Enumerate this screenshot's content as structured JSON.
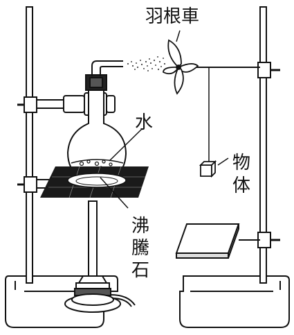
{
  "labels": {
    "pinwheel": "羽根車",
    "water": "水",
    "object_line1": "物",
    "object_line2": "体",
    "boiling_chip_1": "沸",
    "boiling_chip_2": "騰",
    "boiling_chip_3": "石"
  },
  "colors": {
    "ink": "#111111",
    "metal_fill": "#ffffff",
    "dark_metal": "#444444",
    "gauze": "#1a1a1a"
  }
}
